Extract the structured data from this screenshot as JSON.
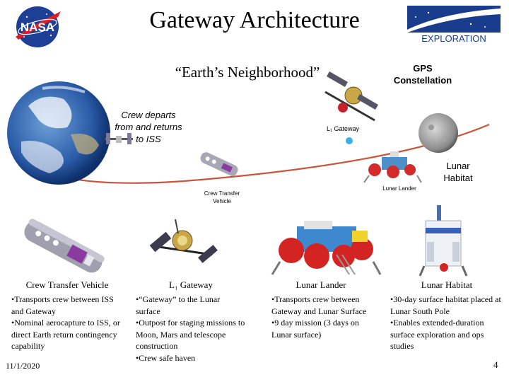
{
  "header": {
    "title": "Gateway Architecture",
    "logo_left": "NASA",
    "logo_right": "EXPLORATION"
  },
  "diagram": {
    "subtitle": "“Earth’s Neighborhood”",
    "gps_label_line1": "GPS",
    "gps_label_line2": "Constellation",
    "crew_departs_line1": "Crew departs",
    "crew_departs_line2": "from and returns",
    "crew_departs_line3": "to ISS",
    "l1_label": "L₁ Gateway",
    "habitat_label_line1": "Lunar",
    "habitat_label_line2": "Habitat",
    "lander_label": "Lunar Lander",
    "ctv_label_line1": "Crew Transfer",
    "ctv_label_line2": "Vehicle",
    "colors": {
      "trajectory": "#c8553a",
      "gateway_dot": "#3bb0e6"
    }
  },
  "columns": [
    {
      "title": "Crew Transfer Vehicle",
      "bullets": [
        "•Transports crew between ISS and Gateway",
        "•Nominal aerocapture to ISS, or direct Earth return contingency capability"
      ]
    },
    {
      "title": "L₁ Gateway",
      "bullets": [
        "•“Gateway” to the Lunar surface",
        "•Outpost for staging missions to Moon, Mars and telescope construction",
        "•Crew safe haven"
      ]
    },
    {
      "title": "Lunar Lander",
      "bullets": [
        "•Transports crew between Gateway and Lunar Surface",
        "•9 day mission (3 days on Lunar surface)"
      ]
    },
    {
      "title": "Lunar Habitat",
      "bullets": [
        "•30-day surface habitat placed at Lunar South Pole",
        "•Enables extended-duration surface exploration and ops studies"
      ]
    }
  ],
  "footer": {
    "date": "11/1/2020",
    "page": "4"
  }
}
